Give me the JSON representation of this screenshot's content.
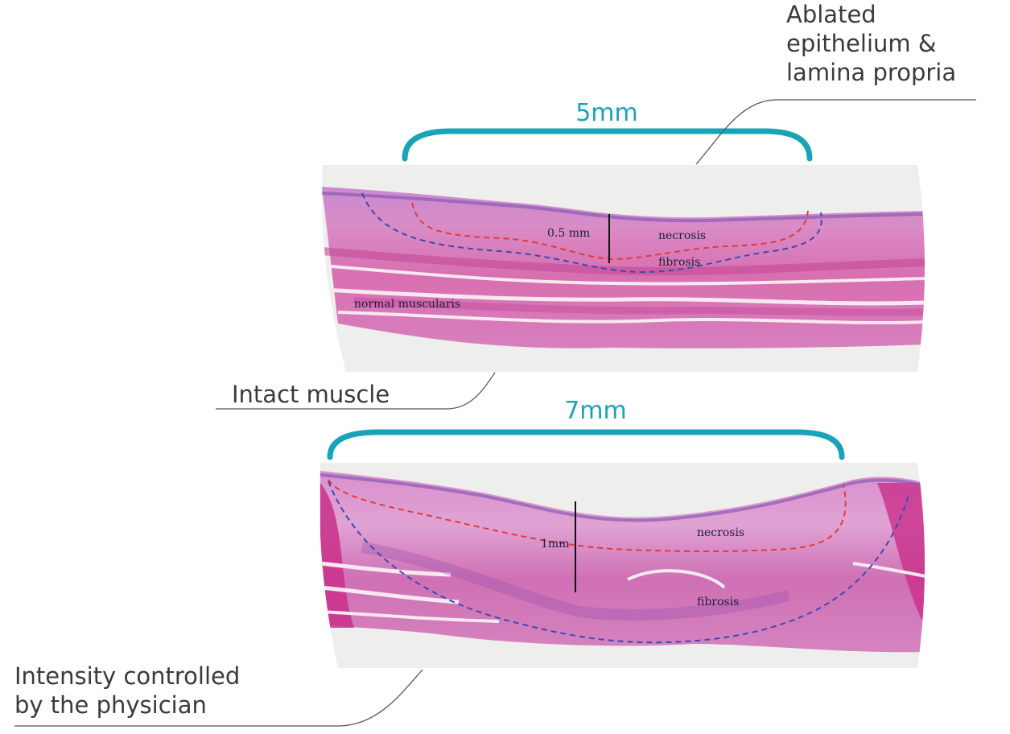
{
  "callouts": {
    "ablated": "Ablated\nepithelium &\nlamina propria",
    "intact": "Intact muscle",
    "intensity": "Intensity controlled\nby the physician"
  },
  "top_panel": {
    "width_label": "5mm",
    "depth_label": "0.5 mm",
    "necrosis": "necrosis",
    "fibrosis": "fibrosis",
    "muscularis": "normal muscularis"
  },
  "bottom_panel": {
    "width_label": "7mm",
    "depth_label": "1mm",
    "necrosis": "necrosis",
    "fibrosis": "fibrosis"
  },
  "colors": {
    "brace": "#1aa3b8",
    "necrosis_outline": "#e23a3a",
    "fibrosis_outline": "#3a4bb0",
    "tissue": "#d97ab8",
    "muscle": "#d1468f"
  }
}
